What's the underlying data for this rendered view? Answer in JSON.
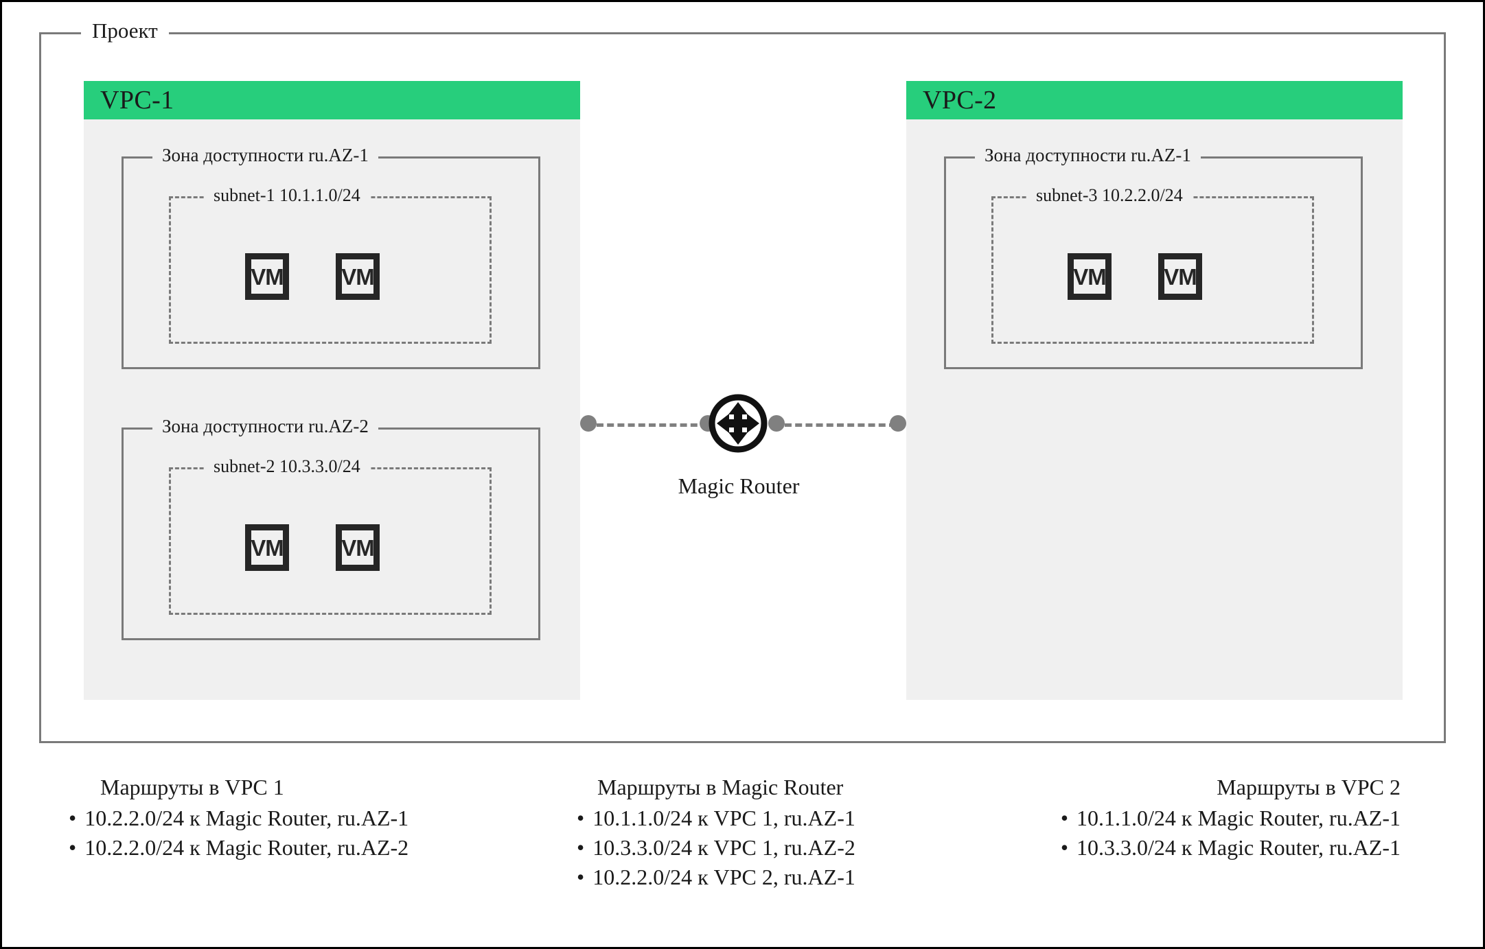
{
  "page": {
    "project_label": "Проект"
  },
  "vpcs": [
    {
      "id": "vpc-1",
      "title": "VPC-1",
      "zones": [
        {
          "label": "Зона доступности ru.AZ-1",
          "subnet": {
            "label": "subnet-1 10.1.1.0/24",
            "vms": [
              {
                "label": "VM"
              },
              {
                "label": "VM"
              }
            ]
          }
        },
        {
          "label": "Зона доступности ru.AZ-2",
          "subnet": {
            "label": "subnet-2 10.3.3.0/24",
            "vms": [
              {
                "label": "VM"
              },
              {
                "label": "VM"
              }
            ]
          }
        }
      ]
    },
    {
      "id": "vpc-2",
      "title": "VPC-2",
      "zones": [
        {
          "label": "Зона доступности ru.AZ-1",
          "subnet": {
            "label": "subnet-3 10.2.2.0/24",
            "vms": [
              {
                "label": "VM"
              },
              {
                "label": "VM"
              }
            ]
          }
        }
      ]
    }
  ],
  "router": {
    "label": "Magic Router",
    "icon": "router-four-arrows-icon"
  },
  "routes": [
    {
      "title": "Маршруты в VPC 1",
      "items": [
        "10.2.2.0/24 к Magic Router, ru.AZ-1",
        "10.2.2.0/24 к Magic Router, ru.AZ-2"
      ]
    },
    {
      "title": "Маршруты в Magic Router",
      "items": [
        "10.1.1.0/24 к VPC 1, ru.AZ-1",
        "10.3.3.0/24 к VPC 1, ru.AZ-2",
        "10.2.2.0/24 к VPC 2, ru.AZ-1"
      ]
    },
    {
      "title": "Маршруты в VPC 2",
      "items": [
        "10.1.1.0/24 к Magic Router, ru.AZ-1",
        "10.3.3.0/24 к Magic Router, ru.AZ-1"
      ]
    }
  ],
  "colors": {
    "vpc_header_green": "#27ce7c",
    "vpc_body_gray": "#f0f0f0",
    "frame_gray": "#7a7a7a",
    "vm_dark": "#262626",
    "link_gray": "#808080",
    "page_border": "#000000"
  }
}
